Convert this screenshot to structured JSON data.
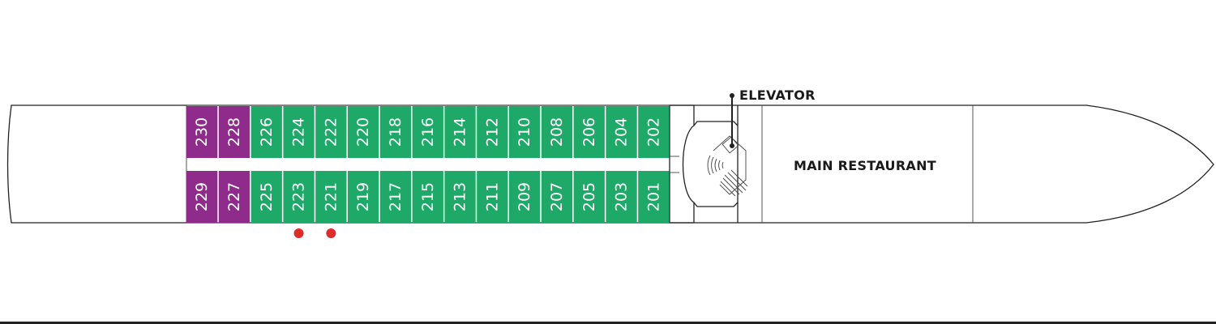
{
  "colors": {
    "cabin_standard": "#1fa969",
    "cabin_suite": "#8e2b8b",
    "marker": "#e02b2b",
    "outline": "#222222"
  },
  "labels": {
    "elevator": "ELEVATOR",
    "restaurant": "MAIN RESTAURANT"
  },
  "cabins": {
    "top_row": [
      {
        "number": "230",
        "category": "suite"
      },
      {
        "number": "228",
        "category": "suite"
      },
      {
        "number": "226",
        "category": "standard"
      },
      {
        "number": "224",
        "category": "standard"
      },
      {
        "number": "222",
        "category": "standard"
      },
      {
        "number": "220",
        "category": "standard"
      },
      {
        "number": "218",
        "category": "standard"
      },
      {
        "number": "216",
        "category": "standard"
      },
      {
        "number": "214",
        "category": "standard"
      },
      {
        "number": "212",
        "category": "standard"
      },
      {
        "number": "210",
        "category": "standard"
      },
      {
        "number": "208",
        "category": "standard"
      },
      {
        "number": "206",
        "category": "standard"
      },
      {
        "number": "204",
        "category": "standard"
      },
      {
        "number": "202",
        "category": "standard"
      }
    ],
    "bottom_row": [
      {
        "number": "229",
        "category": "suite"
      },
      {
        "number": "227",
        "category": "suite"
      },
      {
        "number": "225",
        "category": "standard"
      },
      {
        "number": "223",
        "category": "standard",
        "marked": true
      },
      {
        "number": "221",
        "category": "standard",
        "marked": true
      },
      {
        "number": "219",
        "category": "standard"
      },
      {
        "number": "217",
        "category": "standard"
      },
      {
        "number": "215",
        "category": "standard"
      },
      {
        "number": "213",
        "category": "standard"
      },
      {
        "number": "211",
        "category": "standard"
      },
      {
        "number": "209",
        "category": "standard"
      },
      {
        "number": "207",
        "category": "standard"
      },
      {
        "number": "205",
        "category": "standard"
      },
      {
        "number": "203",
        "category": "standard"
      },
      {
        "number": "201",
        "category": "standard"
      }
    ]
  }
}
